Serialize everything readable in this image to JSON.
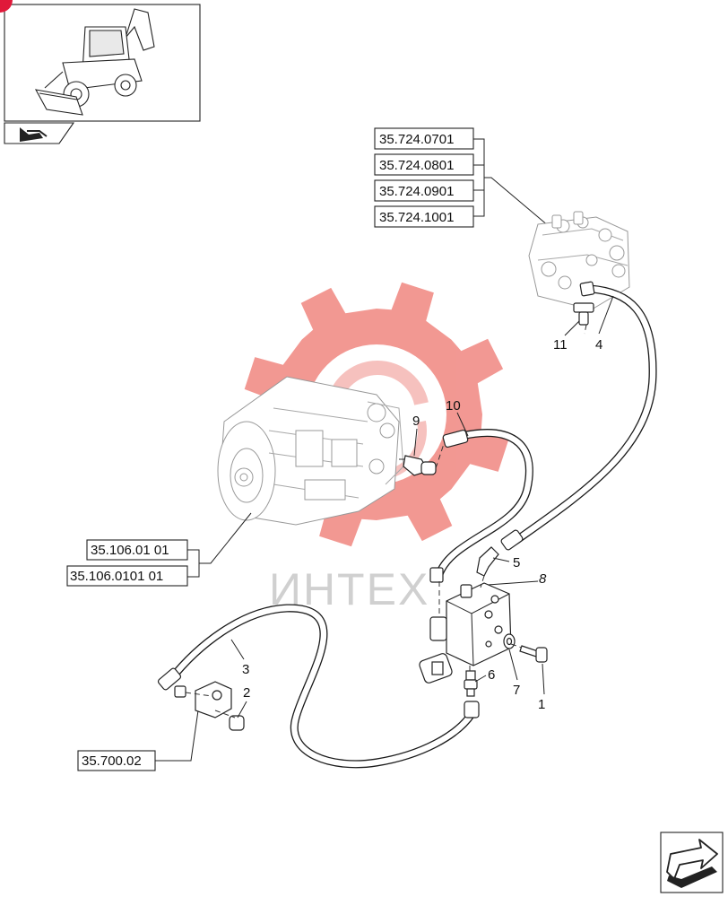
{
  "watermark": {
    "text": "ИНТЕХ",
    "color": "#e8443a"
  },
  "references": {
    "valve_group": [
      "35.724.0701",
      "35.724.0801",
      "35.724.0901",
      "35.724.1001"
    ],
    "pump_group": [
      "35.106.01 01",
      "35.106.0101 01"
    ],
    "loader": "35.700.02"
  },
  "callouts": {
    "c1": "1",
    "c2": "2",
    "c3": "3",
    "c4": "4",
    "c5": "5",
    "c6": "6",
    "c7": "7",
    "c8": "8",
    "c9": "9",
    "c10": "10",
    "c11": "11"
  },
  "icons": {
    "thumbnail": "backhoe-loader-icon",
    "group_nav": "group-navigation-icon",
    "next_page": "next-page-arrow-icon"
  },
  "colors": {
    "line": "#1a1a1a",
    "ghost": "#999999",
    "badge": "#e0193a"
  }
}
